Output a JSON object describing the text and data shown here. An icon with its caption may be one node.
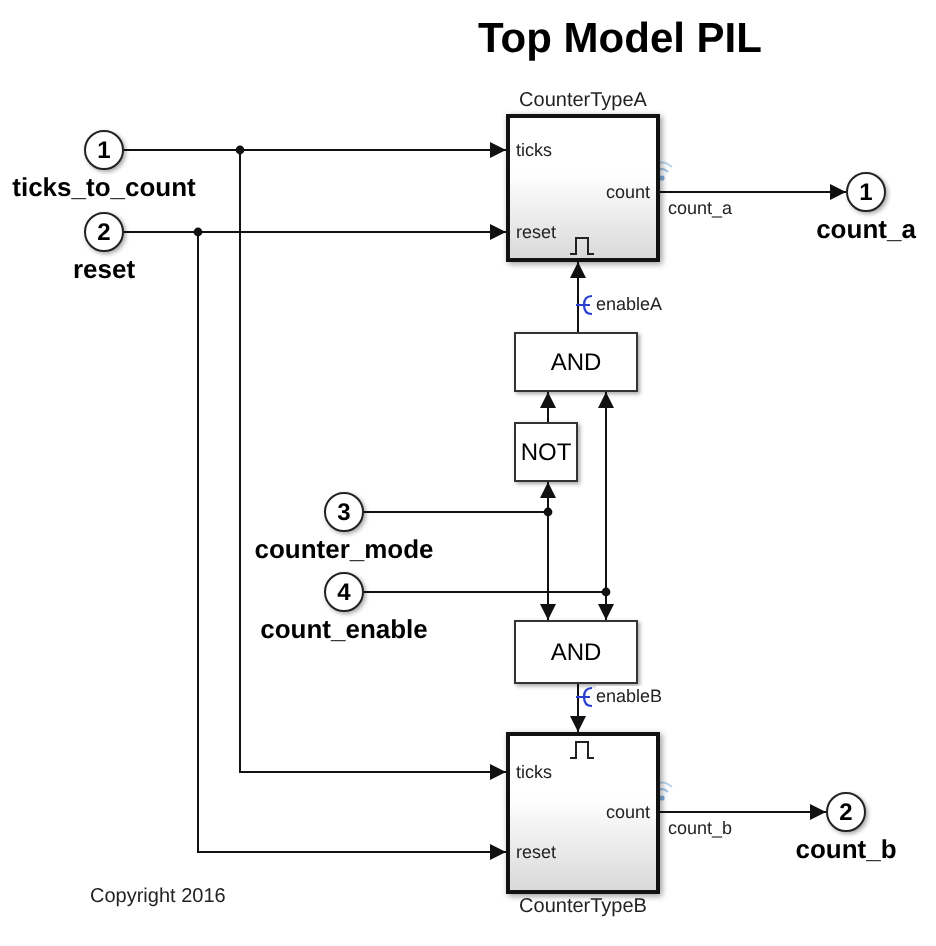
{
  "diagram": {
    "title": "Top Model PIL",
    "nodes": [
      {
        "text": [
          "1"
        ],
        "beside": [
          "ticks_to_count"
        ]
      },
      {
        "text": [
          "2"
        ],
        "beside": [
          "reset"
        ]
      },
      {
        "text": [
          "CounterTypeA",
          "ticks",
          "count",
          "reset"
        ]
      },
      {
        "text": [
          "1"
        ],
        "beside": [
          "count_a"
        ]
      },
      {
        "text": [
          "AND"
        ]
      },
      {
        "text": [
          "NOT"
        ]
      },
      {
        "text": [
          "3"
        ],
        "beside": [
          "counter_mode"
        ]
      },
      {
        "text": [
          "4"
        ],
        "beside": [
          "count_enable"
        ]
      },
      {
        "text": [
          "AND"
        ]
      },
      {
        "text": [
          "ticks",
          "count",
          "reset",
          "CounterTypeB"
        ]
      },
      {
        "text": [
          "2"
        ],
        "beside": [
          "count_b"
        ]
      }
    ],
    "edges": [
      {
        "from": 0,
        "to": 2,
        "arrow": "to"
      },
      {
        "from": 0,
        "to": 9,
        "arrow": "to"
      },
      {
        "from": 1,
        "to": 2,
        "arrow": "to"
      },
      {
        "from": 1,
        "to": 9,
        "arrow": "to"
      },
      {
        "from": 2,
        "to": 3,
        "arrow": "to",
        "label": "count_a"
      },
      {
        "from": 4,
        "to": 2,
        "arrow": "to",
        "label": "enableA"
      },
      {
        "from": 5,
        "to": 4,
        "arrow": "to"
      },
      {
        "from": 7,
        "to": 4,
        "arrow": "to"
      },
      {
        "from": 6,
        "to": 5,
        "arrow": "to"
      },
      {
        "from": 6,
        "to": 8,
        "arrow": "to"
      },
      {
        "from": 7,
        "to": 8,
        "arrow": "to"
      },
      {
        "from": 8,
        "to": 9,
        "arrow": "to",
        "label": "enableB"
      },
      {
        "from": 9,
        "to": 10,
        "arrow": "to",
        "label": "count_b"
      }
    ],
    "labels": [
      "Copyright 2016"
    ]
  }
}
